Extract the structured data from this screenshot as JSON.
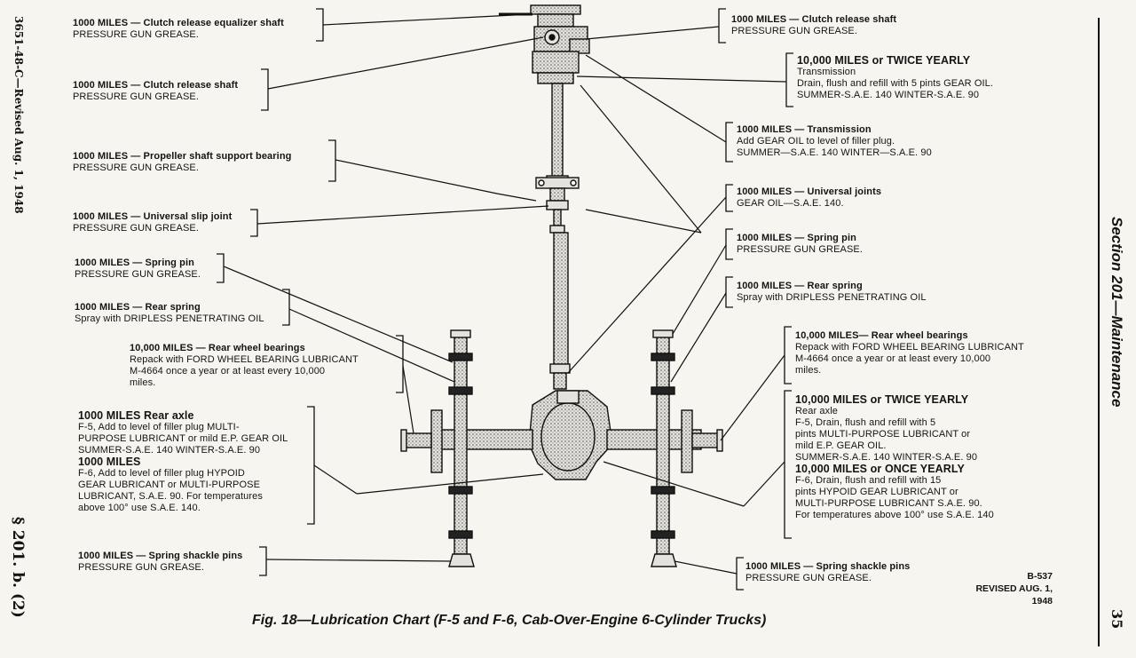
{
  "side": {
    "left_top": "3651-48-C—Revised Aug. 1, 1948",
    "left_bottom": "§ 201. b. (2)",
    "right_section": "Section 201—Maintenance",
    "page_number": "35"
  },
  "labels": {
    "l1": [
      "1000 MILES — Clutch release equalizer shaft",
      "PRESSURE GUN GREASE."
    ],
    "l2": [
      "1000 MILES — Clutch release shaft",
      "PRESSURE GUN GREASE."
    ],
    "l3": [
      "1000 MILES — Propeller shaft  support bearing",
      "PRESSURE GUN GREASE."
    ],
    "l4": [
      "1000 MILES — Universal slip joint",
      "PRESSURE GUN GREASE."
    ],
    "l5": [
      "1000 MILES — Spring pin",
      "PRESSURE GUN GREASE."
    ],
    "l6": [
      "1000 MILES — Rear spring",
      "Spray with DRIPLESS PENETRATING OIL"
    ],
    "l7": [
      "10,000 MILES — Rear  wheel bearings",
      "Repack with FORD WHEEL BEARING LUBRICANT",
      "M-4664 once a year or at least every 10,000",
      "miles."
    ],
    "l8": [
      "1000 MILES   Rear axle",
      "F-5, Add to level of filler plug MULTI-",
      "PURPOSE LUBRICANT or mild E.P. GEAR OIL",
      "SUMMER-S.A.E. 140        WINTER-S.A.E. 90",
      "1000 MILES",
      "F-6, Add to level of filler plug HYPOID",
      "GEAR LUBRICANT or MULTI-PURPOSE",
      "LUBRICANT, S.A.E. 90. For temperatures",
      "above 100° use S.A.E. 140."
    ],
    "l9": [
      "1000 MILES — Spring shackle pins",
      "PRESSURE GUN GREASE."
    ],
    "r1": [
      "1000 MILES — Clutch release shaft",
      "PRESSURE GUN GREASE."
    ],
    "r2": [
      "10,000 MILES or TWICE YEARLY",
      "Transmission",
      "Drain, flush and refill with 5 pints GEAR OIL.",
      "SUMMER-S.A.E. 140          WINTER-S.A.E. 90"
    ],
    "r3": [
      "1000 MILES — Transmission",
      "Add GEAR OIL to level of filler plug.",
      "SUMMER—S.A.E. 140          WINTER—S.A.E. 90"
    ],
    "r4": [
      "1000 MILES — Universal joints",
      "GEAR OIL—S.A.E. 140."
    ],
    "r5": [
      "1000 MILES — Spring pin",
      "PRESSURE GUN GREASE."
    ],
    "r6": [
      "1000 MILES — Rear spring",
      "Spray with DRIPLESS PENETRATING OIL"
    ],
    "r7": [
      "10,000 MILES— Rear  wheel bearings",
      "Repack with FORD WHEEL BEARING LUBRICANT",
      "M-4664 once a year or at  least every 10,000",
      "miles."
    ],
    "r8": [
      "10,000 MILES or TWICE YEARLY",
      "Rear axle",
      "F-5, Drain, flush and refill with 5",
      "pints MULTI-PURPOSE LUBRICANT or",
      "mild E.P. GEAR OIL.",
      "SUMMER-S.A.E. 140          WINTER-S.A.E. 90",
      "10,000 MILES or ONCE YEARLY",
      "F-6, Drain, flush and refill with 15",
      "pints HYPOID GEAR LUBRICANT or",
      "MULTI-PURPOSE LUBRICANT S.A.E. 90.",
      "For temperatures above 100° use S.A.E. 140"
    ],
    "r9": [
      "1000 MILES — Spring shackle pins",
      "PRESSURE GUN GREASE."
    ]
  },
  "drawing_code": [
    "B-537",
    "REVISED AUG. 1, 1948"
  ],
  "caption": "Fig. 18—Lubrication Chart (F-5 and F-6, Cab-Over-Engine 6-Cylinder Trucks)"
}
